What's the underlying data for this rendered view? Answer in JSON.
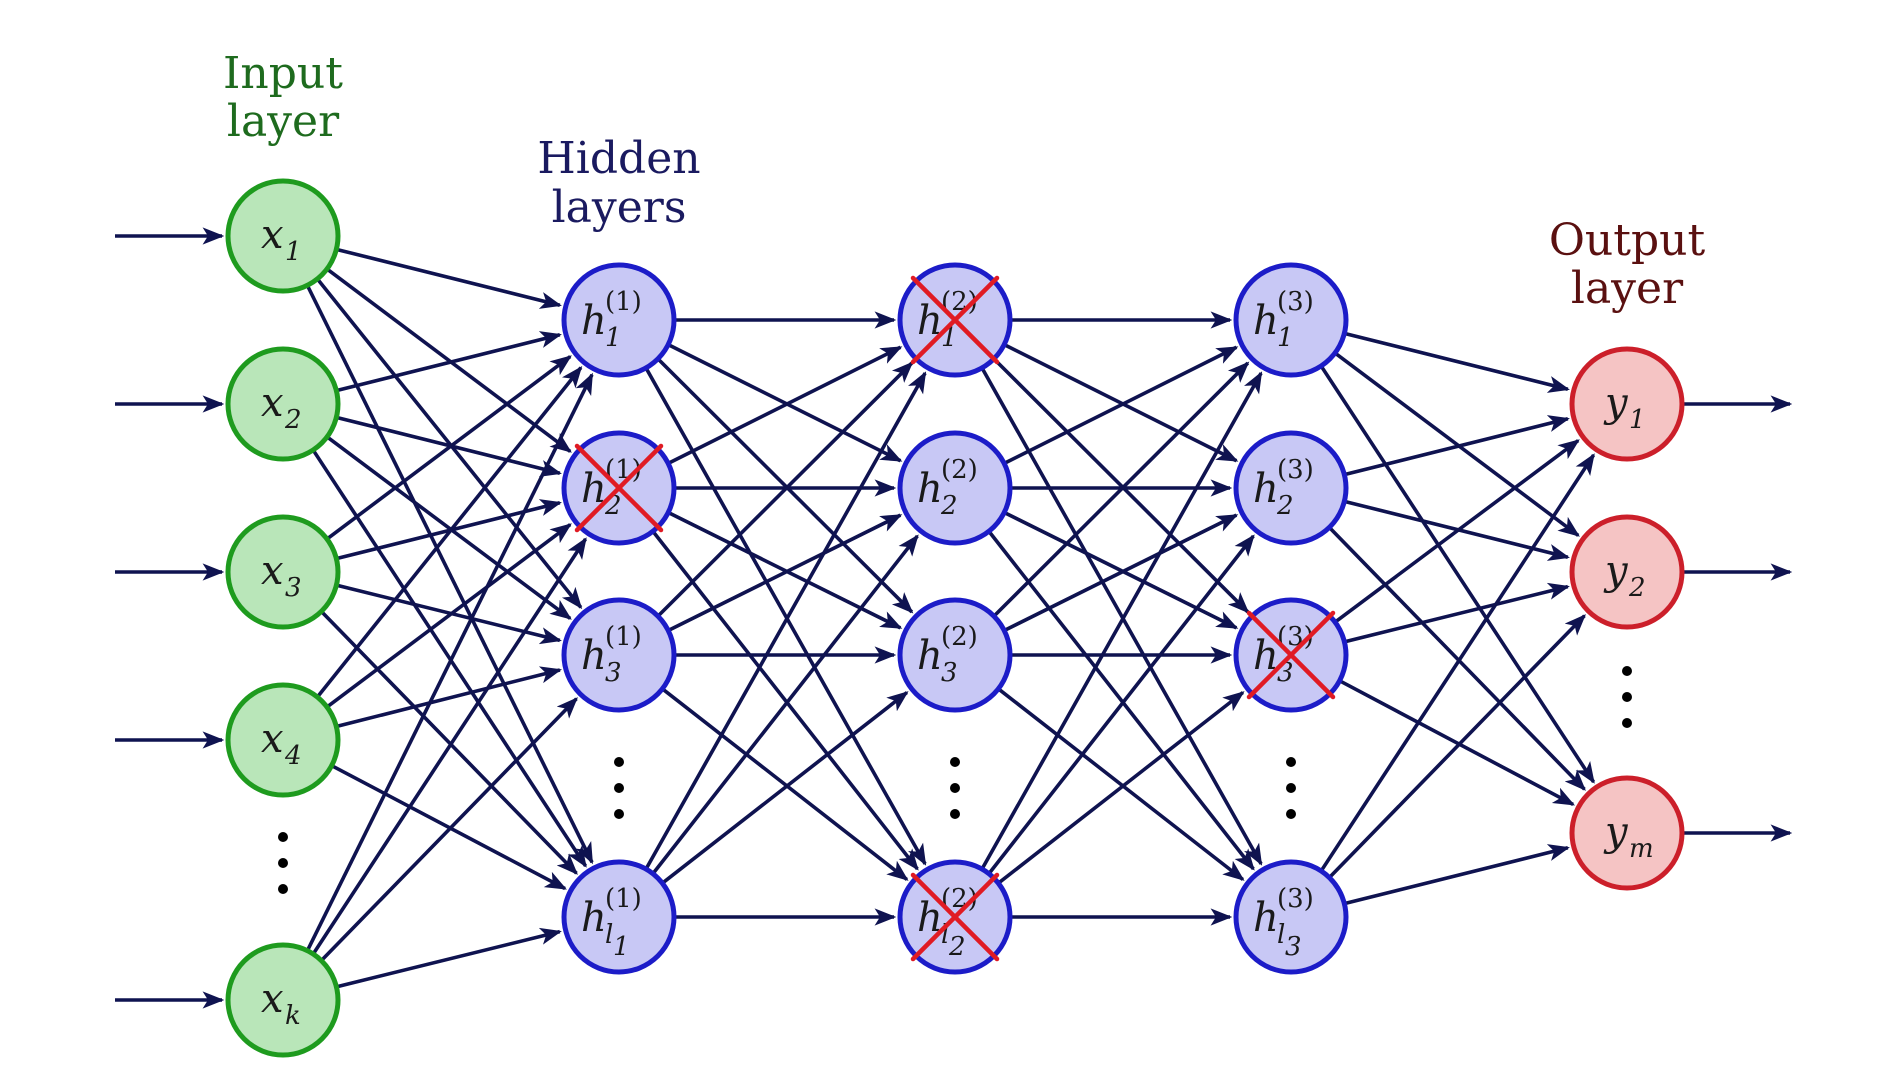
{
  "colors": {
    "edge": "#0f1350",
    "input_stroke": "#1e9b1e",
    "input_fill": "#b9e6b9",
    "input_title": "#1e6b1e",
    "hidden_stroke": "#1c1cc8",
    "hidden_fill": "#c8c8f5",
    "hidden_title": "#1a1a60",
    "output_stroke": "#cc1f2a",
    "output_fill": "#f5c4c4",
    "output_title": "#5a1010",
    "dropout_cross": "#e01b24"
  },
  "titles": {
    "input": [
      "Input",
      "layer"
    ],
    "hidden": [
      "Hidden",
      "layers"
    ],
    "output": [
      "Output",
      "layer"
    ]
  },
  "layers": [
    {
      "id": "input",
      "nodes": [
        {
          "main": "x",
          "sub": "1"
        },
        {
          "main": "x",
          "sub": "2"
        },
        {
          "main": "x",
          "sub": "3"
        },
        {
          "main": "x",
          "sub": "4"
        },
        {
          "ellipsis": true
        },
        {
          "main": "x",
          "sub": "k"
        }
      ]
    },
    {
      "id": "hidden1",
      "nodes": [
        {
          "main": "h",
          "sub": "1",
          "sup": "(1)"
        },
        {
          "main": "h",
          "sub": "2",
          "sup": "(1)",
          "dropped": true
        },
        {
          "main": "h",
          "sub": "3",
          "sup": "(1)"
        },
        {
          "ellipsis": true
        },
        {
          "main": "h",
          "sub": "l",
          "subsub": "1",
          "sup": "(1)"
        }
      ]
    },
    {
      "id": "hidden2",
      "nodes": [
        {
          "main": "h",
          "sub": "1",
          "sup": "(2)",
          "dropped": true
        },
        {
          "main": "h",
          "sub": "2",
          "sup": "(2)"
        },
        {
          "main": "h",
          "sub": "3",
          "sup": "(2)"
        },
        {
          "ellipsis": true
        },
        {
          "main": "h",
          "sub": "l",
          "subsub": "2",
          "sup": "(2)",
          "dropped": true
        }
      ]
    },
    {
      "id": "hidden3",
      "nodes": [
        {
          "main": "h",
          "sub": "1",
          "sup": "(3)"
        },
        {
          "main": "h",
          "sub": "2",
          "sup": "(3)"
        },
        {
          "main": "h",
          "sub": "3",
          "sup": "(3)",
          "dropped": true
        },
        {
          "ellipsis": true
        },
        {
          "main": "h",
          "sub": "l",
          "subsub": "3",
          "sup": "(3)"
        }
      ]
    },
    {
      "id": "output",
      "nodes": [
        {
          "main": "y",
          "sub": "1"
        },
        {
          "main": "y",
          "sub": "2"
        },
        {
          "ellipsis": true
        },
        {
          "main": "y",
          "sub": "m"
        }
      ]
    }
  ]
}
